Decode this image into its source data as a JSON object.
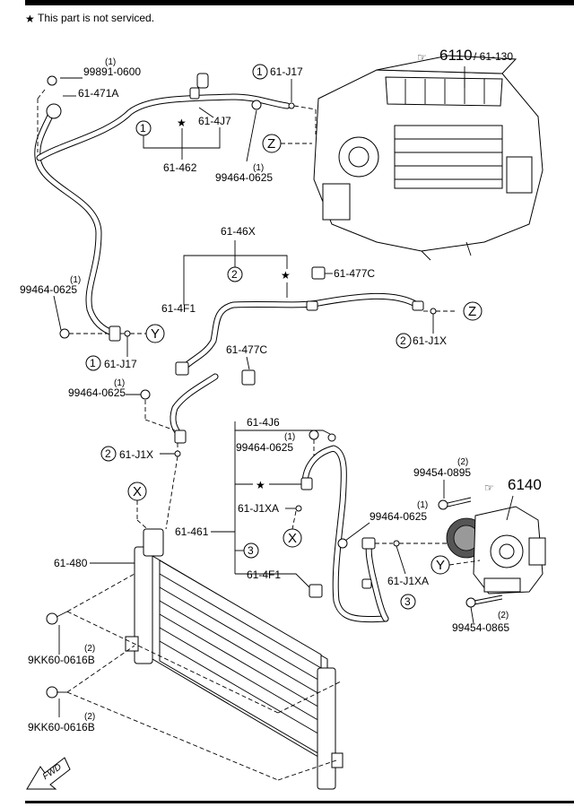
{
  "header": {
    "note": "This part is not serviced."
  },
  "refs": {
    "r6110": "6110",
    "r6110_sub": "/ 61-130",
    "r6140": "6140"
  },
  "parts": {
    "p99891": "99891-0600",
    "p99891_qty": "(1)",
    "p61471A": "61-471A",
    "p61462": "61-462",
    "p614J7": "61-4J7",
    "p99464_top": "99464-0625",
    "p99464_top_qty": "(1)",
    "p61J17_top": "61-J17",
    "p6146X": "61-46X",
    "p61477C_a": "61-477C",
    "p61477C_b": "61-477C",
    "p614F1_a": "61-4F1",
    "p99464_left": "99464-0625",
    "p99464_left_qty": "(1)",
    "p61J17_left": "61-J17",
    "p61J1X_right": "61-J1X",
    "p99464_mid": "99464-0625",
    "p99464_mid_qty": "(1)",
    "p61J1X_left": "61-J1X",
    "p614J6": "61-4J6",
    "p99464_center": "99464-0625",
    "p99464_center_qty": "(1)",
    "p61J1XA_a": "61-J1XA",
    "p61461": "61-461",
    "p614F1_b": "61-4F1",
    "p99454_0895": "99454-0895",
    "p99454_0895_qty": "(2)",
    "p99464_right": "99464-0625",
    "p99464_right_qty": "(1)",
    "p61J1XA_b": "61-J1XA",
    "p99454_0865": "99454-0865",
    "p99454_0865_qty": "(2)",
    "p61480": "61-480",
    "p9KK60_a": "9KK60-0616B",
    "p9KK60_a_qty": "(2)",
    "p9KK60_b": "9KK60-0616B",
    "p9KK60_b_qty": "(2)"
  },
  "circles": {
    "one": "1",
    "two": "2",
    "three": "3"
  },
  "letters": {
    "x": "X",
    "y": "Y",
    "z": "Z"
  },
  "fwd": "FWD"
}
